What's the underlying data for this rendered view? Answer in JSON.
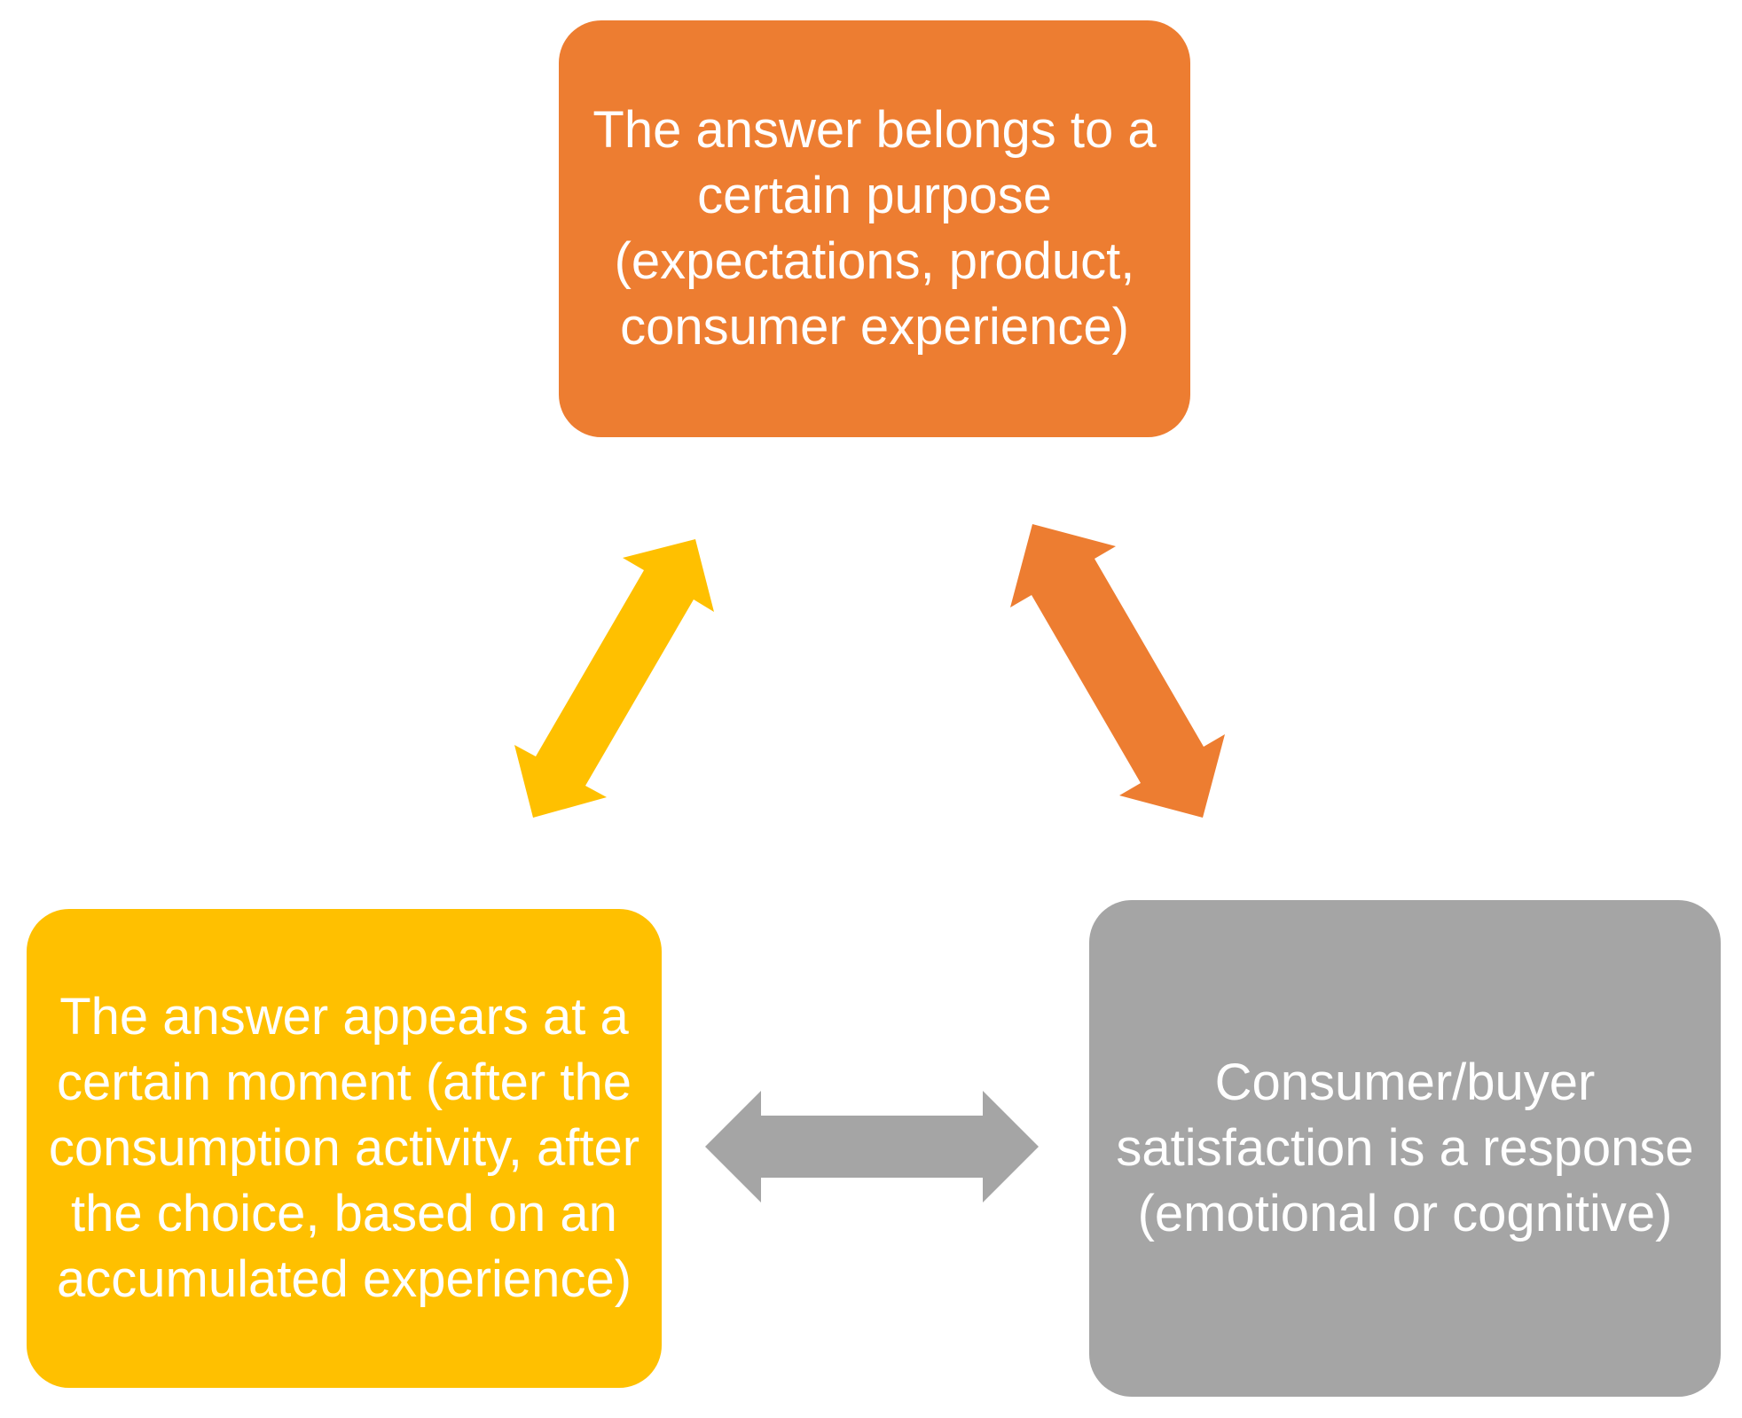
{
  "boxes": {
    "top": {
      "text": "The answer belongs to a certain purpose (expectations, product, consumer experience)",
      "color": "#ED7D31"
    },
    "left": {
      "text": "The answer appears at a certain moment (after the consumption activity, after the choice, based on an accumulated experience)",
      "color": "#FFC000"
    },
    "right": {
      "text": "Consumer/buyer satisfaction is a response (emotional or cognitive)",
      "color": "#A5A5A5"
    }
  },
  "arrows": {
    "left_top": {
      "color": "#FFC000"
    },
    "top_right": {
      "color": "#ED7D31"
    },
    "left_right": {
      "color": "#A5A5A5"
    }
  }
}
